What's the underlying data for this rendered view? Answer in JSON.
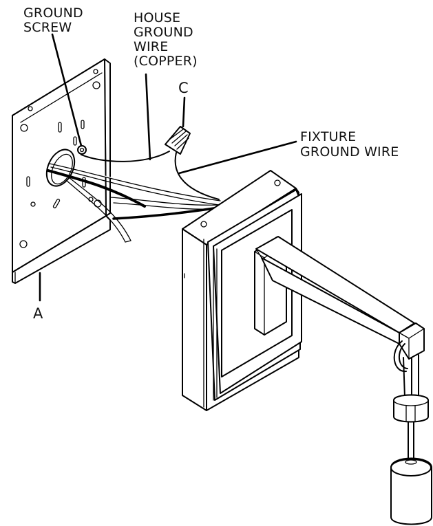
{
  "labels": {
    "ground_screw": [
      "GROUND",
      "SCREW"
    ],
    "house_ground_wire": [
      "HOUSE",
      "GROUND",
      "WIRE",
      "(COPPER)"
    ],
    "c": "C",
    "fixture_ground_wire": [
      "FIXTURE",
      "GROUND WIRE"
    ],
    "a": "A"
  },
  "colors": {
    "ink": "#000000",
    "paper": "#ffffff"
  }
}
